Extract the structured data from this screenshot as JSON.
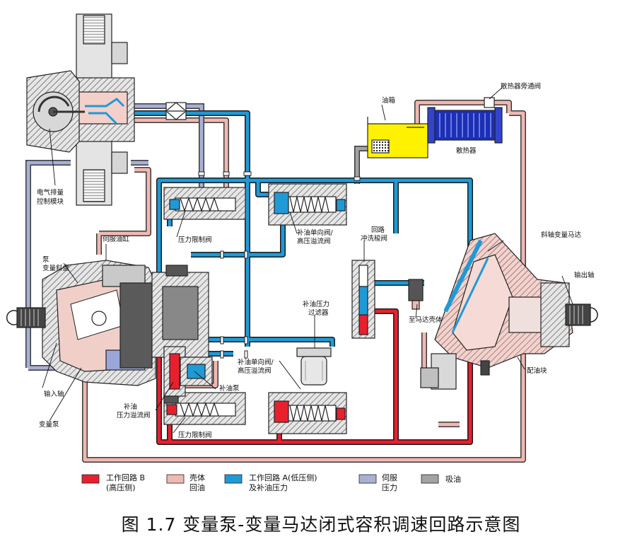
{
  "labels": {
    "ecu": [
      "电气排量",
      "控制模块"
    ],
    "servo_cylinder": "伺服油缸",
    "pump_swash": [
      "泵",
      "变量斜盘"
    ],
    "input_shaft": "输入轴",
    "variable_pump": "变量泵",
    "pressure_limit_top": "压力限制阀",
    "pressure_limit_bottom": "压力限制阀",
    "check_relief_top": [
      "补油单向阀/",
      "高压溢流阀"
    ],
    "check_relief_bottom": [
      "补油单向阀/",
      "高压溢流阀"
    ],
    "charge_relief": [
      "补油",
      "压力溢流阀"
    ],
    "charge_pump": "补油泵",
    "charge_filter": [
      "补油压力",
      "过滤器"
    ],
    "flushing_valve": [
      "回路",
      "冲洗梭阀"
    ],
    "to_motor_case": "至马达壳体",
    "tank": "油箱",
    "cooler": "散热器",
    "cooler_bypass": "散热器旁通阀",
    "motor": "斜轴变量马达",
    "output_shaft": "输出轴",
    "valve_block": "配油块"
  },
  "legend": [
    {
      "label": [
        "工作回路 B",
        "(高压侧)"
      ],
      "color": "#e8202e"
    },
    {
      "label": [
        "壳体",
        "回油"
      ],
      "color": "#f0b8b2"
    },
    {
      "label": [
        "工作回路 A(低压侧)",
        "及补油压力"
      ],
      "color": "#1f9ad6"
    },
    {
      "label": [
        "伺服",
        "压力"
      ],
      "color": "#a9b0d4"
    },
    {
      "label": [
        "吸油"
      ],
      "color": "#a3a3a3"
    }
  ],
  "caption": "图 1.7  变量泵-变量马达闭式容积调速回路示意图"
}
